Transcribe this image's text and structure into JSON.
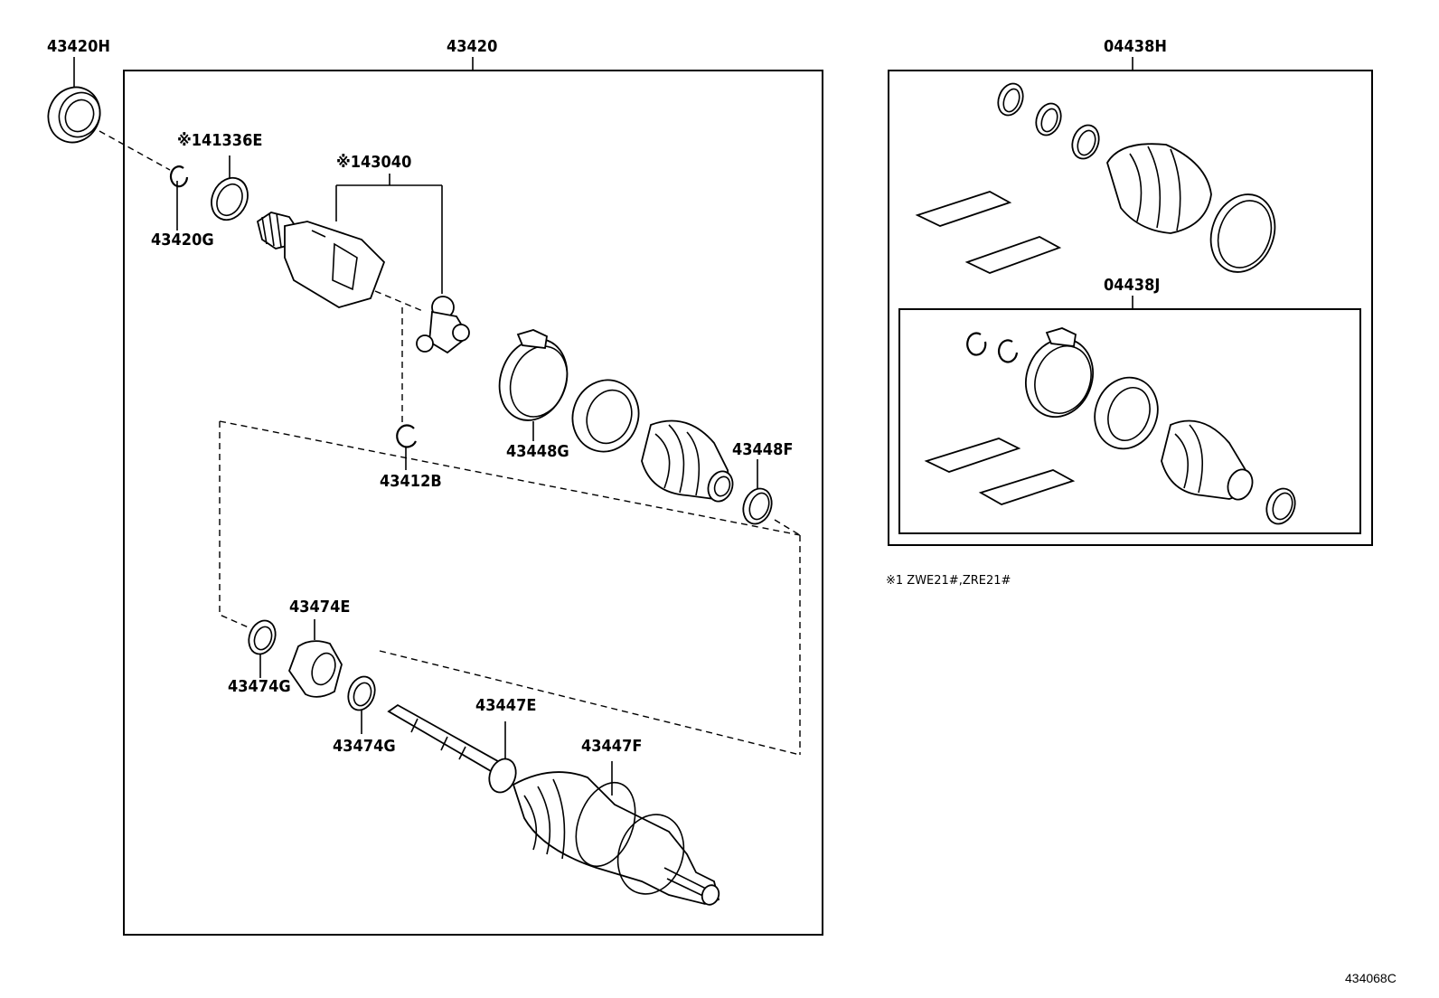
{
  "labels": {
    "p43420H": "43420H",
    "p43420": "43420",
    "p41336E": "※141336E",
    "p43420G": "43420G",
    "p43040": "※143040",
    "p43412B": "43412B",
    "p43448G": "43448G",
    "p43448F": "43448F",
    "p43474E": "43474E",
    "p43474G_a": "43474G",
    "p43474G_b": "43474G",
    "p43447E": "43447E",
    "p43447F": "43447F",
    "p04438H": "04438H",
    "p04438J": "04438J"
  },
  "footnote": "※1 ZWE21#,ZRE21#",
  "diagram_code": "434068C"
}
